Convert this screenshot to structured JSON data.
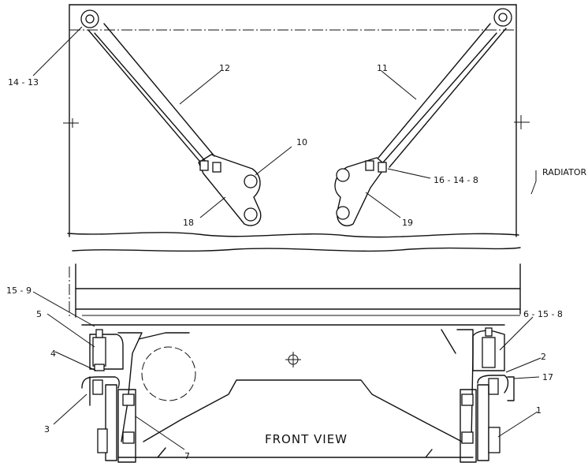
{
  "view_title": "FRONT VIEW",
  "radiator_label": "RADIATOR",
  "callouts": {
    "c14_13": "14 - 13",
    "c12": "12",
    "c11": "11",
    "c10": "10",
    "c16_14_8": "16 - 14 - 8",
    "c18": "18",
    "c19": "19",
    "c15_9": "15 - 9",
    "c5": "5",
    "c6_15_8": "6 - 15 - 8",
    "c4": "4",
    "c2": "2",
    "c17": "17",
    "c3": "3",
    "c1": "1",
    "c7": "7"
  }
}
